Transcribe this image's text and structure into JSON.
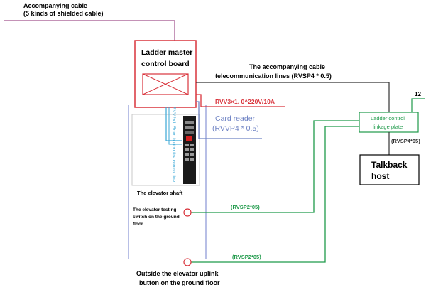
{
  "labels": {
    "accompanying_cable_line1": "Accompanying cable",
    "accompanying_cable_line2": "(5 kinds of shielded cable)",
    "master_board_line1": "Ladder master",
    "master_board_line2": "control board",
    "telecom_line1": "The accompanying cable",
    "telecom_line2": "telecommunication lines (RVSP4 * 0.5)",
    "rvv_power": "RVV3×1. 0^220V/10A",
    "rvv2_vertical": "RVV2×1. 5mm button fire control line",
    "card_reader_line1": "Card reader",
    "card_reader_line2": "(RVVP4 * 0.5)",
    "linkage_line1": "Ladder control",
    "linkage_line2": "linkage plate",
    "number_12": "12",
    "rvsp4_05": "(RVSP4*05)",
    "talkback_line1": "Talkback",
    "talkback_line2": "host",
    "elevator_shaft": "The elevator shaft",
    "testing_switch_line1": "The elevator testing",
    "testing_switch_line2": "switch on the ground",
    "testing_switch_line3": "floor",
    "rvsp2_upper": "(RVSP2*05)",
    "rvsp2_lower": "(RVSP2*05)",
    "uplink_line1": "Outside the elevator uplink",
    "uplink_line2": "button on the ground floor"
  },
  "colors": {
    "accompanying_cable": "#a0508c",
    "master_board": "#d9343c",
    "power_line": "#d9343c",
    "card_reader": "#6f83c4",
    "rvv2_line": "#3aa7d6",
    "green_line": "#1f9a4a",
    "shaft_line": "#b8bfe6",
    "panel_border": "#c8c8c8",
    "black_line": "#333333"
  }
}
